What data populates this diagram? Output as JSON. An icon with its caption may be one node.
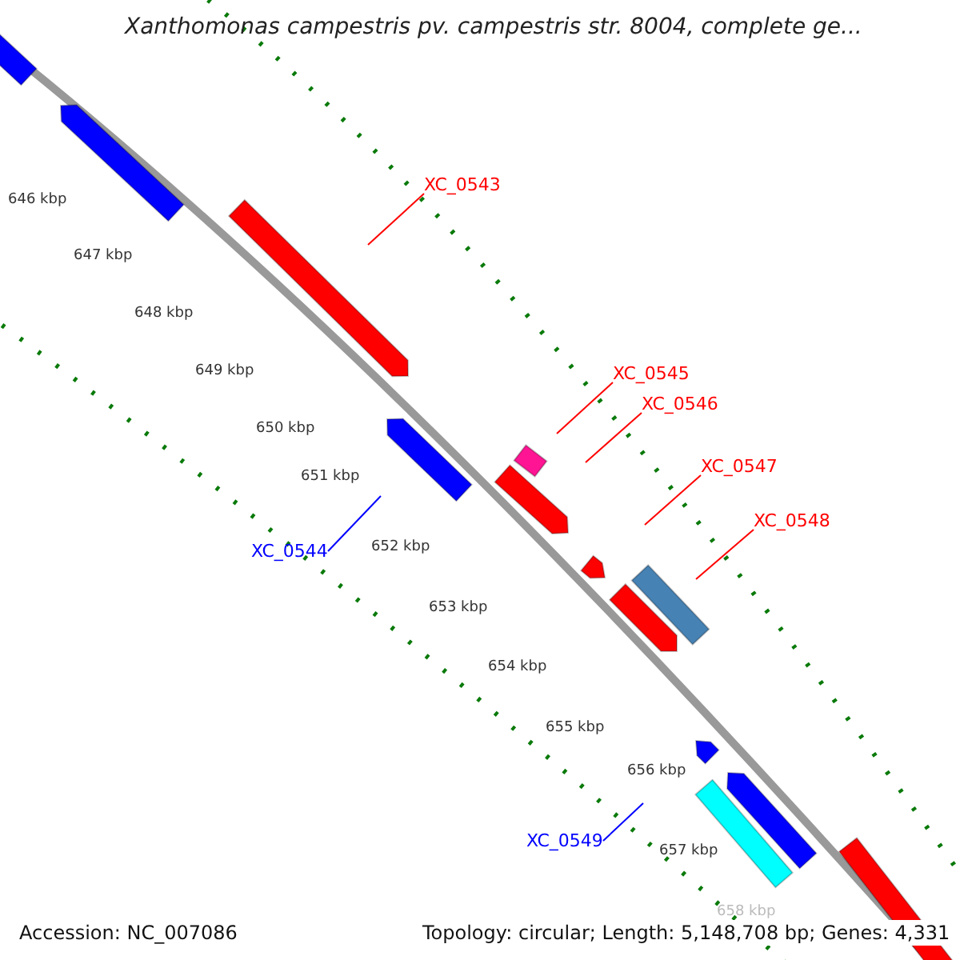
{
  "diagram": {
    "title": "Xanthomonas campestris pv. campestris str. 8004, complete ge...",
    "nodes": [
      {
        "text": [
          "XC_0543"
        ]
      },
      {
        "text": [
          "XC_0545"
        ]
      },
      {
        "text": [
          "XC_0546"
        ]
      },
      {
        "text": [
          "XC_0547"
        ]
      },
      {
        "text": [
          "XC_0548"
        ]
      },
      {
        "text": [
          "XC_0544"
        ]
      },
      {
        "text": [
          "XC_0549"
        ]
      }
    ],
    "edges": [
      {
        "from": 0,
        "to": null,
        "arrow": "none"
      },
      {
        "from": 1,
        "to": null,
        "arrow": "none"
      },
      {
        "from": 2,
        "to": null,
        "arrow": "none"
      },
      {
        "from": 3,
        "to": null,
        "arrow": "none"
      },
      {
        "from": 4,
        "to": null,
        "arrow": "none"
      },
      {
        "from": 5,
        "to": null,
        "arrow": "none",
        "color": "#0000ff"
      },
      {
        "from": 6,
        "to": null,
        "arrow": "none",
        "color": "#0000ff"
      }
    ],
    "labels": [
      "646 kbp",
      "647 kbp",
      "648 kbp",
      "649 kbp",
      "650 kbp",
      "651 kbp",
      "652 kbp",
      "653 kbp",
      "654 kbp",
      "655 kbp",
      "656 kbp",
      "657 kbp",
      "658 kbp",
      "Accession: NC_007086",
      "Topology: circular; Length: 5,148,708 bp; Genes: 4,331"
    ]
  }
}
